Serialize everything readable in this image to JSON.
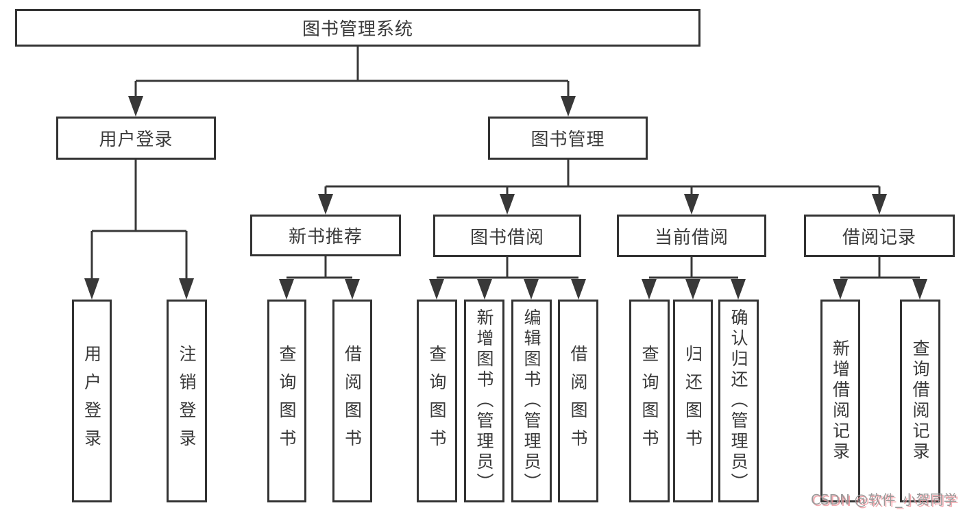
{
  "tree": {
    "label": "图书管理系统",
    "children": [
      {
        "label": "用户登录",
        "children": [
          {
            "label": "用户登录"
          },
          {
            "label": "注销登录"
          }
        ]
      },
      {
        "label": "图书管理",
        "children": [
          {
            "label": "新书推荐",
            "children": [
              {
                "label": "查询图书"
              },
              {
                "label": "借阅图书"
              }
            ]
          },
          {
            "label": "图书借阅",
            "children": [
              {
                "label": "查询图书"
              },
              {
                "label": "新增图书（管理员）"
              },
              {
                "label": "编辑图书（管理员）"
              },
              {
                "label": "借阅图书"
              }
            ]
          },
          {
            "label": "当前借阅",
            "children": [
              {
                "label": "查询图书"
              },
              {
                "label": "归还图书"
              },
              {
                "label": "确认归还（管理员）"
              }
            ]
          },
          {
            "label": "借阅记录",
            "children": [
              {
                "label": "新增借阅记录"
              },
              {
                "label": "查询借阅记录"
              }
            ]
          }
        ]
      }
    ]
  },
  "watermark": {
    "text": "CSDN @软件_小贺同学"
  },
  "colors": {
    "line": "#383838",
    "box_border": "#333333",
    "text": "#3a3a3a",
    "watermark_gray": "#9a9a9a",
    "watermark_pink": "#f08e96",
    "background": "#ffffff"
  }
}
